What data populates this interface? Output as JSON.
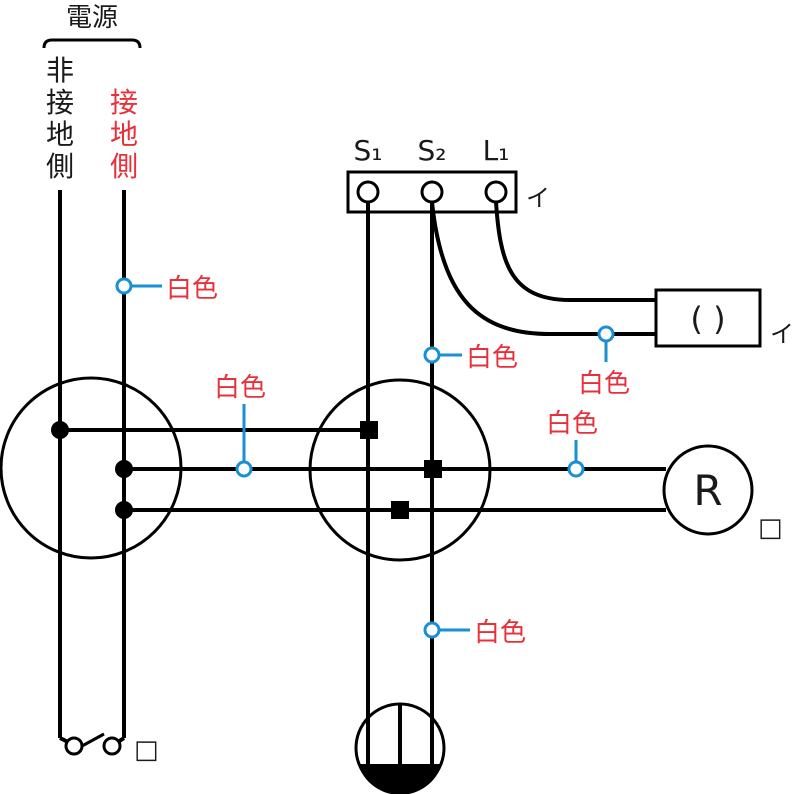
{
  "source": {
    "title": "電源",
    "non_ground_side": [
      "非",
      "接",
      "地",
      "側"
    ],
    "ground_side": [
      "接",
      "地",
      "側"
    ]
  },
  "terminal_block": {
    "terminals": [
      "S₁",
      "S₂",
      "L₁"
    ],
    "tag": "イ"
  },
  "pilot_lamp": {
    "symbol": "( )",
    "tag": "イ"
  },
  "receptacle": {
    "symbol": "R",
    "tag": "□"
  },
  "switch": {
    "tag": "□"
  },
  "wire_color_labels": {
    "ground_drop": "白色",
    "box1_to_box2": "白色",
    "box2_vertical": "白色",
    "lamp_wire": "白色",
    "to_receptacle": "白色",
    "bottom_vertical": "白色"
  },
  "colors": {
    "ground_label": "#e8303a",
    "wire_color_label": "#e8303a",
    "white_wire_marker": "#1a8fd6",
    "wire": "#000000"
  }
}
